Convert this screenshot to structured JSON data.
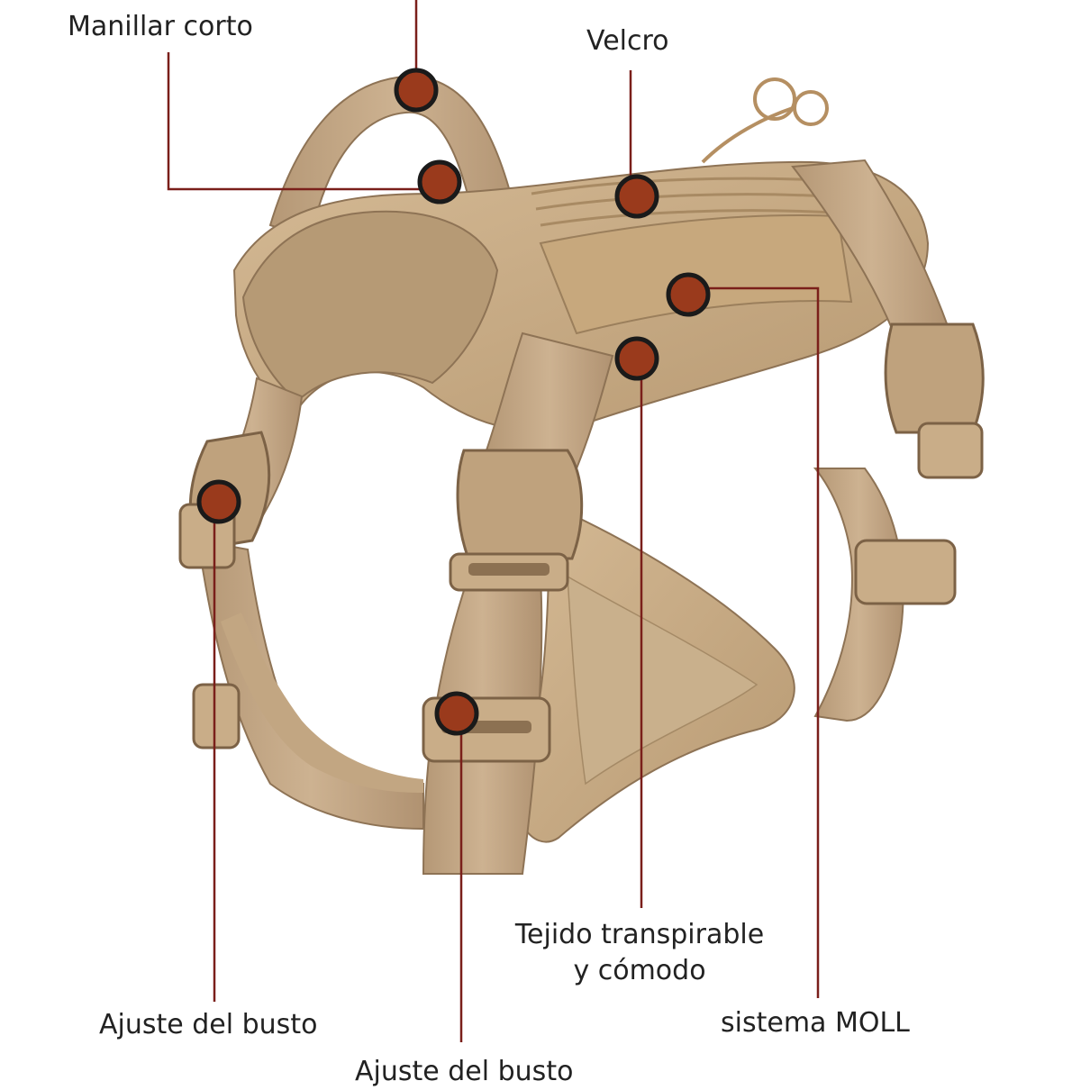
{
  "labels": {
    "short_handle": "Manillar corto",
    "velcro": "Velcro",
    "fabric_line1": "Tejido transpirable",
    "fabric_line2": "y cómodo",
    "bust_adjust_left": "Ajuste del busto",
    "molle_system": "sistema MOLL",
    "bust_adjust_bottom": "Ajuste del busto"
  },
  "colors": {
    "background": "#ffffff",
    "callout_line": "#7a1f1a",
    "marker_fill": "#9a3a1c",
    "marker_ring": "#1a1a1a",
    "harness_tan": "#c8ab85",
    "harness_shadow": "#a78c69",
    "harness_light": "#dcc6a4",
    "lining": "#b79c76"
  }
}
